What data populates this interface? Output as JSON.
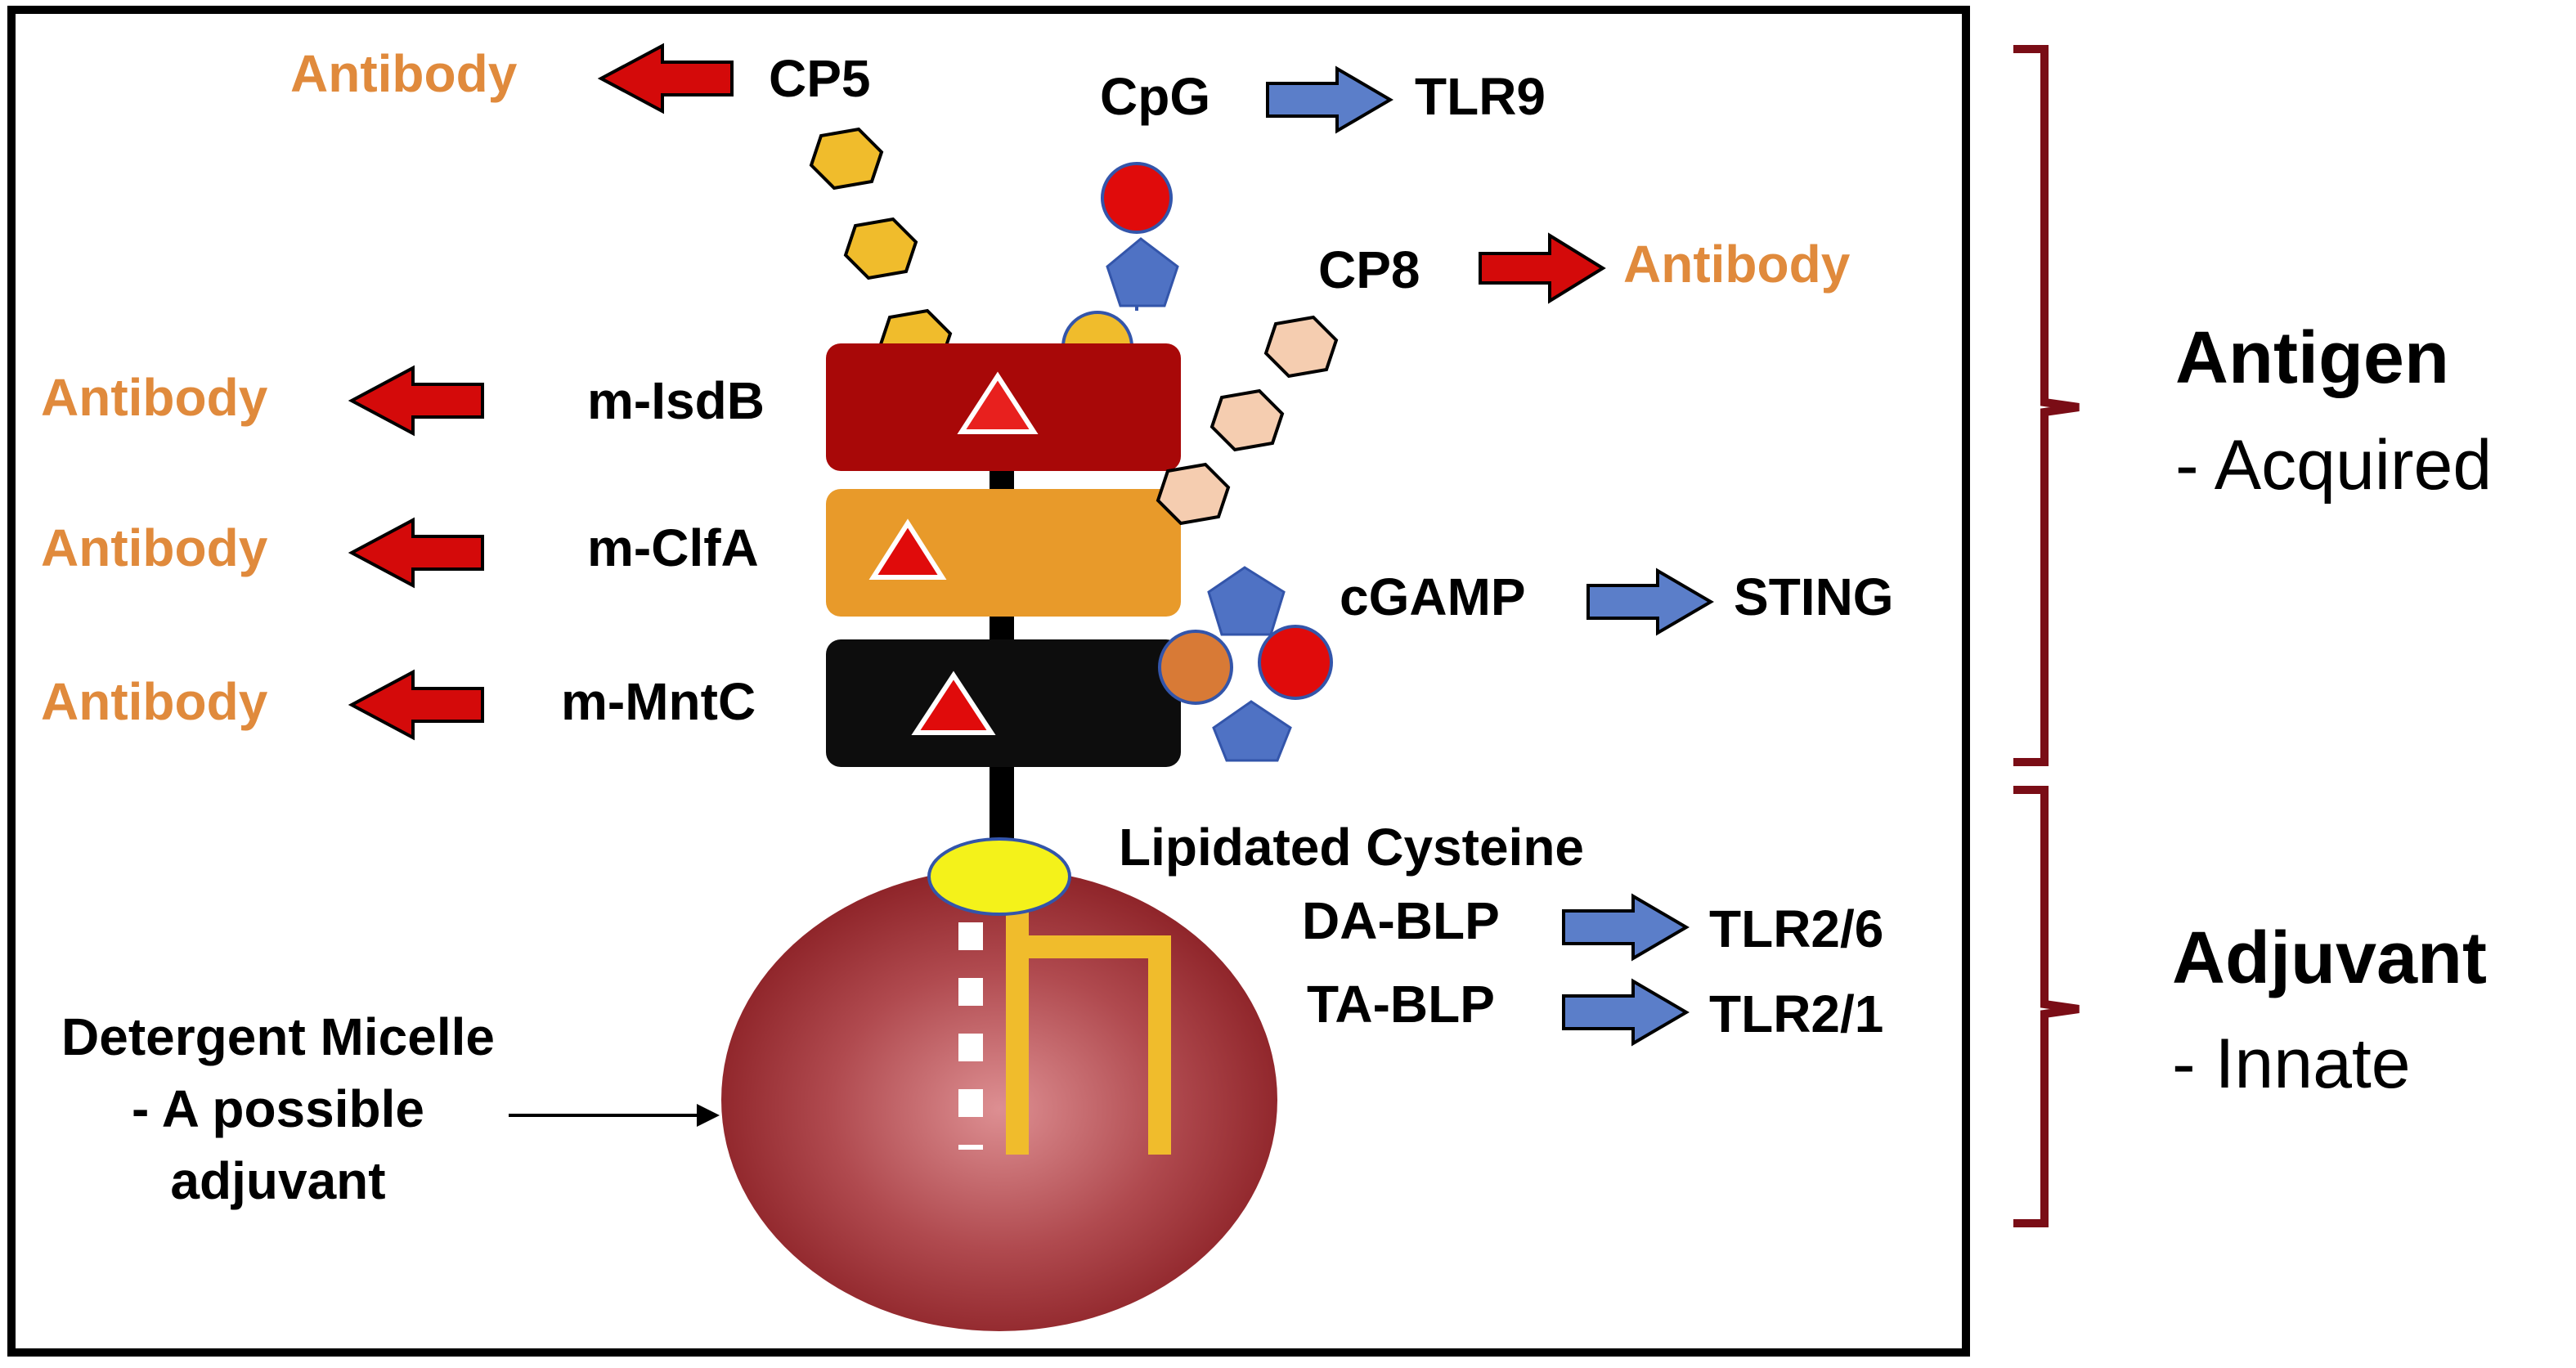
{
  "colors": {
    "antibody_text": "#e08a3c",
    "red_arrow": "#d40a0a",
    "blue_arrow": "#5b7ec9",
    "bracket": "#7a0d16",
    "isdb_block": "#a80808",
    "clfa_block": "#e89a2a",
    "mntc_block": "#0d0d0d",
    "cp5_hex": "#f0bc2c",
    "cp8_hex": "#f5cdb0",
    "pentagon": "#4f72c4",
    "red_circle": "#e00b0b",
    "yellow_circle": "#f0bc2c",
    "orange_circle": "#d87a36",
    "lipid_ellipse": "#f4f21a",
    "micelle": "#9a2a2e"
  },
  "diagram": {
    "cp5": {
      "label": "CP5",
      "result": "Antibody"
    },
    "cpg": {
      "label": "CpG",
      "target": "TLR9"
    },
    "cp8": {
      "label": "CP8",
      "result": "Antibody"
    },
    "isdb": {
      "label": "m-IsdB",
      "result": "Antibody"
    },
    "clfa": {
      "label": "m-ClfA",
      "result": "Antibody"
    },
    "mntc": {
      "label": "m-MntC",
      "result": "Antibody"
    },
    "cgamp": {
      "label": "cGAMP",
      "target": "STING"
    },
    "lipid": {
      "title": "Lipidated Cysteine",
      "da_label": "DA-BLP",
      "da_target": "TLR2/6",
      "ta_label": "TA-BLP",
      "ta_target": "TLR2/1"
    },
    "micelle": {
      "line1": "Detergent Micelle",
      "line2": "- A possible",
      "line3": "adjuvant"
    }
  },
  "legend": {
    "antigen": {
      "title": "Antigen",
      "subtitle": "- Acquired"
    },
    "adjuvant": {
      "title": "Adjuvant",
      "subtitle": "- Innate"
    }
  }
}
